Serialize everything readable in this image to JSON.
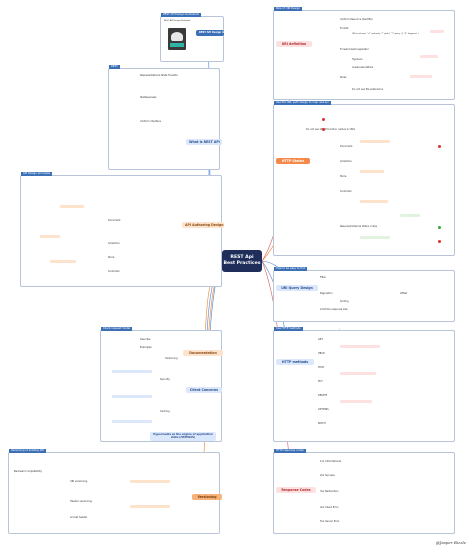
{
  "center": {
    "line1": "REST Api",
    "line2": "Best Practices"
  },
  "credit": "@Jasper Bizzle",
  "branches": {
    "uri": "URI definition",
    "http": "HTTP Status",
    "query": "URI Query Design",
    "methods": "HTTP methods",
    "headers": "Response Codes",
    "versioning": "Versioning",
    "client": "Client Concerns",
    "docs": "Documentation",
    "hateoas": "Hypermedia as the engine of application state (HATEOAS)",
    "api": "API Authoring Design",
    "rest": "What is REST API",
    "design": "REST API Design Guidebook"
  },
  "panel_titles": {
    "p_uri": "Rule of URI Design",
    "p_http": "Use the URL path design to map rest api",
    "p_query": "How to be easy to find",
    "p_methods": "Use HTTP methods",
    "p_headers": "HTTP response codes",
    "p_versioning": "Versioning of existing API",
    "p_client": "Client request model",
    "p_api": "API Design principles",
    "p_rest": "REST",
    "p_design": "REST API Design Guidebook"
  },
  "leaves": {
    "uri": [
      "Uniform Resource Identifier",
      "Format",
      "URI = scheme \"://\" authority \"/\" path [ \"?\" query ] [ \"#\" fragment ]",
      "Forward slash separator",
      "Hyphens",
      "Lowercase letters",
      "Rules",
      "Do not use file extensions"
    ],
    "http": [
      "Do not use CRUD function names in URIs",
      "Document",
      "Collection",
      "Store",
      "Controller",
      "Reserved/internal status codes"
    ],
    "query": [
      "Filter",
      "Pagination",
      "Sorting",
      "Limit the response size",
      "Offset"
    ],
    "methods": [
      "GET",
      "HEAD",
      "POST",
      "PUT",
      "DELETE",
      "OPTIONS",
      "PATCH"
    ],
    "headers": [
      "1xx Informational",
      "2xx Success",
      "3xx Redirection",
      "4xx Client Error",
      "5xx Server Error"
    ],
    "versioning": [
      "Backward compatibility",
      "URI versioning",
      "Header versioning",
      "Accept header"
    ],
    "client": [
      "Security",
      "Versioning",
      "Caching"
    ],
    "docs": [
      "Describe",
      "Examples"
    ],
    "api": [
      "Document",
      "Collection",
      "Store",
      "Controller"
    ],
    "rest": [
      "Representational State Transfer",
      "Statelessness",
      "Uniform interface"
    ],
    "design": [
      "REST API Design Rulebook"
    ]
  }
}
